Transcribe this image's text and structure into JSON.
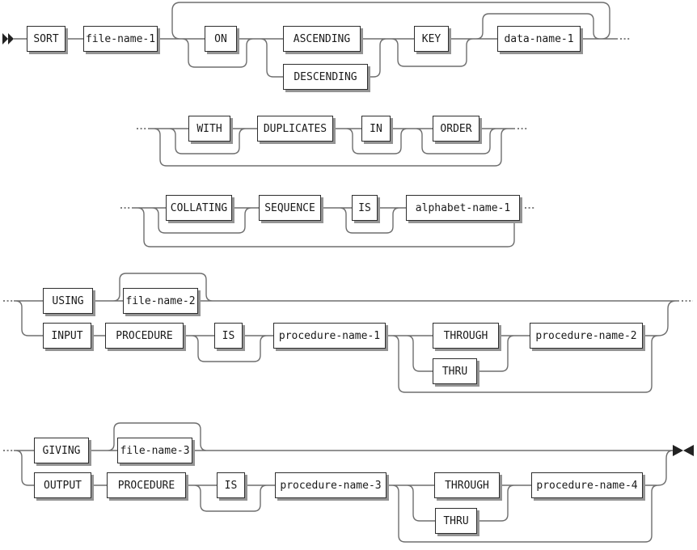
{
  "diagram": {
    "kind": "railroad-syntax-diagram",
    "markers": {
      "start": "▶▶",
      "end": "▶◀",
      "continuation": "····"
    },
    "row1": {
      "sort": "SORT",
      "file_name_1": "file-name-1",
      "on": "ON",
      "ascending": "ASCENDING",
      "descending": "DESCENDING",
      "key": "KEY",
      "data_name_1": "data-name-1"
    },
    "row2": {
      "with": "WITH",
      "duplicates": "DUPLICATES",
      "in": "IN",
      "order": "ORDER"
    },
    "row3": {
      "collating": "COLLATING",
      "sequence": "SEQUENCE",
      "is": "IS",
      "alphabet_name_1": "alphabet-name-1"
    },
    "row4": {
      "using": "USING",
      "file_name_2": "file-name-2",
      "input": "INPUT",
      "procedure": "PROCEDURE",
      "is": "IS",
      "procedure_name_1": "procedure-name-1",
      "through": "THROUGH",
      "thru": "THRU",
      "procedure_name_2": "procedure-name-2"
    },
    "row5": {
      "giving": "GIVING",
      "file_name_3": "file-name-3",
      "output": "OUTPUT",
      "procedure": "PROCEDURE",
      "is": "IS",
      "procedure_name_3": "procedure-name-3",
      "through": "THROUGH",
      "thru": "THRU",
      "procedure_name_4": "procedure-name-4"
    },
    "line_color": "#6e6e6e",
    "border_color": "#2e2e2e",
    "shadow_color": "#949494"
  }
}
